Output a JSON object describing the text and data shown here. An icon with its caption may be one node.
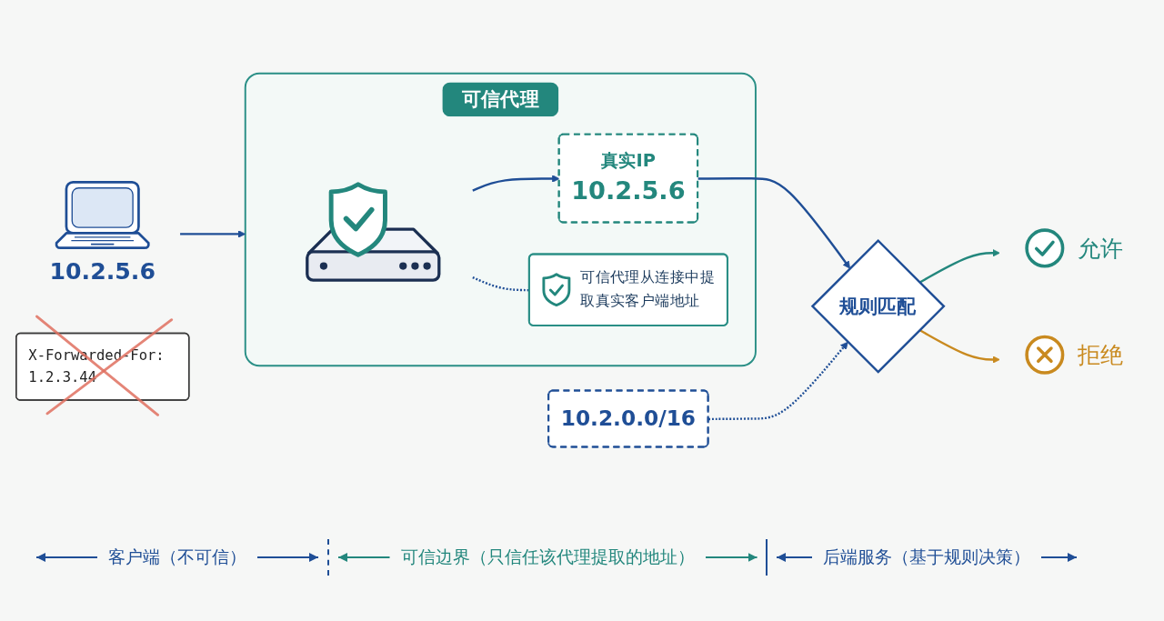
{
  "diagram": {
    "nodes": [
      {
        "text": [],
        "shape": "picture",
        "beside": [
          "10.2.5.6"
        ]
      },
      {
        "text": [
          "X-Forwarded-For: 1.2.3.44"
        ]
      },
      {
        "text": [
          "可信代理"
        ]
      },
      {
        "text": [],
        "shape": "picture",
        "in": 2
      },
      {
        "text": [
          "真实IP",
          "10.2.5.6"
        ],
        "in": 2
      },
      {
        "text": [
          "可信代理从连接中提取真实客户端地址"
        ],
        "in": 2
      },
      {
        "text": [
          "10.2.0.0/16"
        ]
      },
      {
        "text": [
          "规则匹配"
        ]
      },
      {
        "text": [],
        "shape": "circle",
        "beside": [
          "允许"
        ]
      },
      {
        "text": [],
        "shape": "circle",
        "beside": [
          "拒绝"
        ]
      }
    ],
    "edges": [
      {
        "from": 0,
        "to": 2,
        "arrow": "to"
      },
      {
        "from": 3,
        "to": 4,
        "arrow": "to"
      },
      {
        "from": 3,
        "to": 5,
        "arrow": "none",
        "style": "dashed"
      },
      {
        "from": 4,
        "to": 7,
        "arrow": "to"
      },
      {
        "from": 6,
        "to": 7,
        "arrow": "to",
        "style": "dashed"
      },
      {
        "from": 7,
        "to": 8,
        "arrow": "to",
        "color": "#23877d"
      },
      {
        "from": 7,
        "to": 9,
        "arrow": "to",
        "color": "#c98a1f"
      }
    ],
    "labels": [
      "客户端（不可信）",
      "可信边界（只信任该代理提取的地址）",
      "后端服务（基于规则决策）"
    ]
  }
}
